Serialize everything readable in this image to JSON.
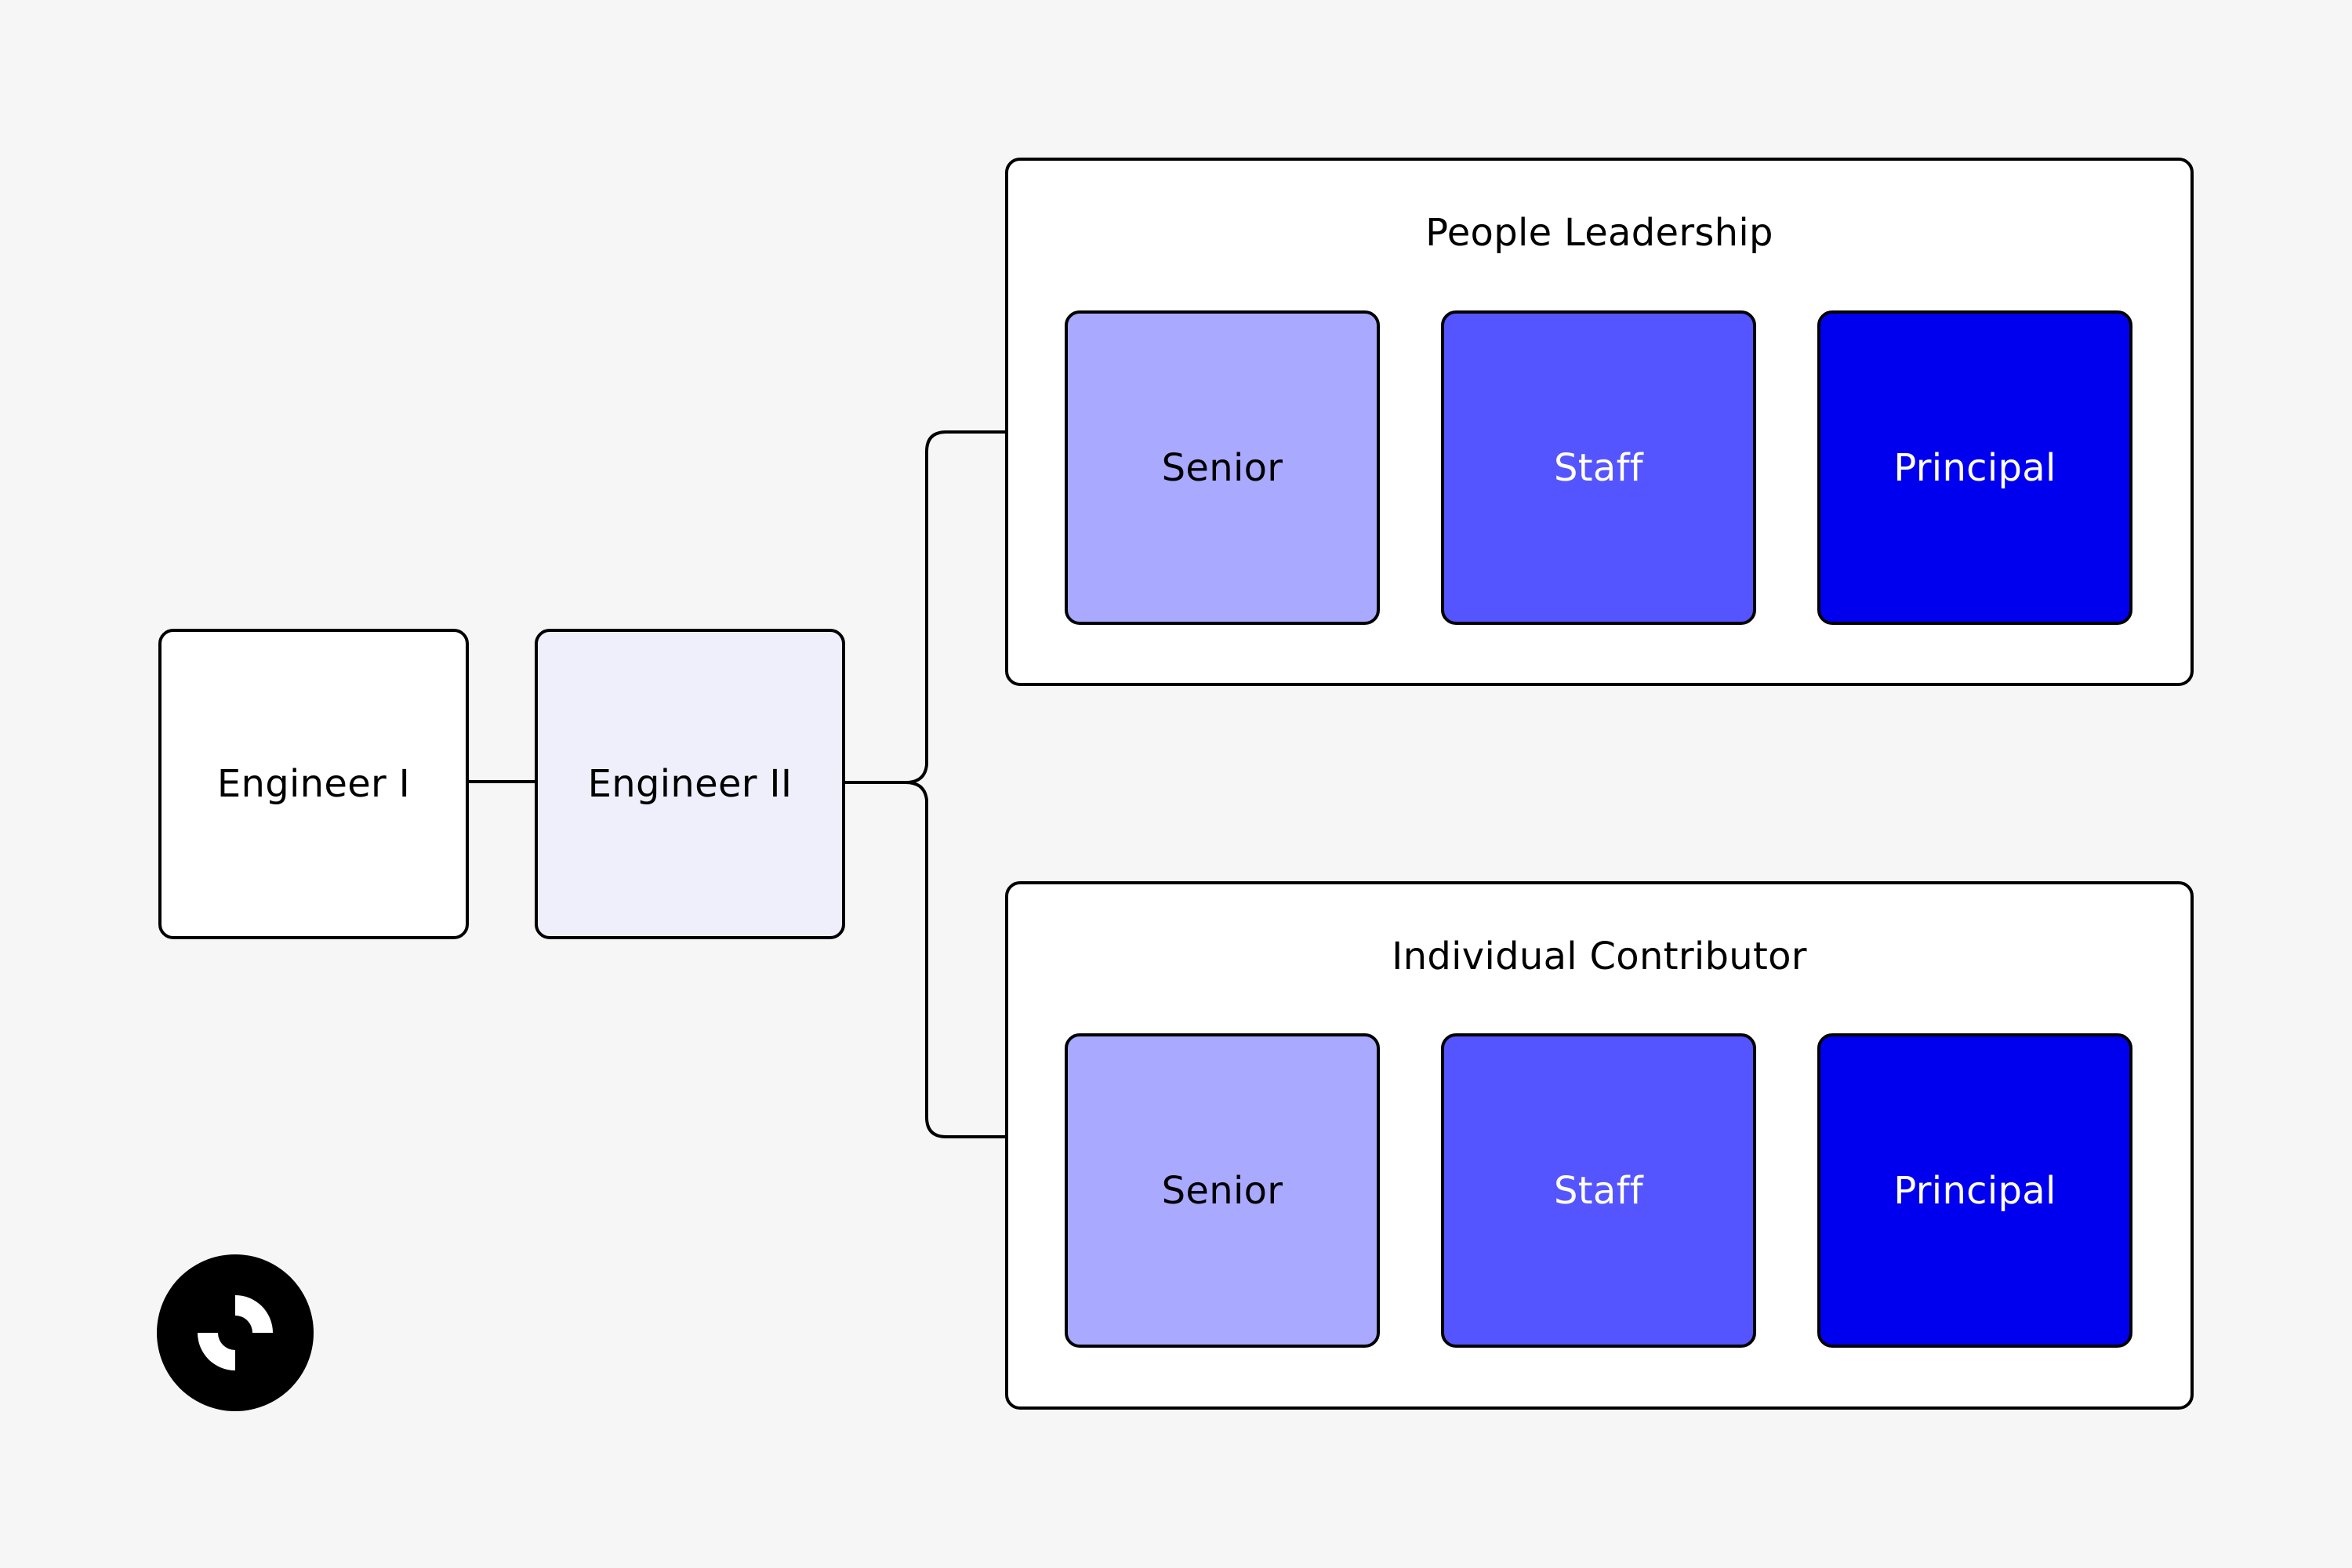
{
  "entry_levels": [
    {
      "label": "Engineer I"
    },
    {
      "label": "Engineer II"
    }
  ],
  "tracks": [
    {
      "title": "People Leadership",
      "levels": [
        {
          "label": "Senior"
        },
        {
          "label": "Staff"
        },
        {
          "label": "Principal"
        }
      ]
    },
    {
      "title": "Individual Contributor",
      "levels": [
        {
          "label": "Senior"
        },
        {
          "label": "Staff"
        },
        {
          "label": "Principal"
        }
      ]
    }
  ],
  "colors": {
    "background": "#f6f6f6",
    "engineer_i": "#ffffff",
    "engineer_ii": "#efeffc",
    "senior": "#a9a9ff",
    "staff": "#5555ff",
    "principal": "#0000ef",
    "outline": "#000000"
  },
  "logo": {
    "icon": "brand-logo-icon"
  }
}
